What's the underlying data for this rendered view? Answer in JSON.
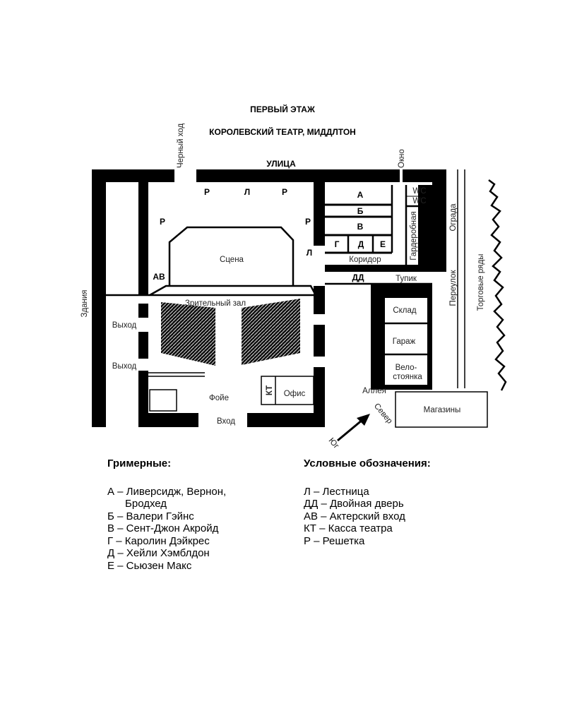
{
  "title": "ПЕРВЫЙ ЭТАЖ",
  "subtitle": "КОРОЛЕВСКИЙ ТЕАТР, МИДДЛТОН",
  "labels": {
    "street": "УЛИЦА",
    "back_door": "Черный ход",
    "window": "Окно",
    "buildings": "Здания",
    "grate": "Р",
    "stairs": "Л",
    "stage": "Сцена",
    "actor_entrance": "АВ",
    "auditorium": "Зрительный зал",
    "exit": "Выход",
    "foyer": "Фойе",
    "entrance": "Вход",
    "box_office": "КТ",
    "office": "Офис",
    "room_a": "А",
    "room_b": "Б",
    "room_v": "В",
    "room_g": "Г",
    "room_d": "Д",
    "room_e": "Е",
    "wc": "WC",
    "cloakroom": "Гардеробная",
    "corridor": "Коридор",
    "double_door": "ДД",
    "dead_end": "Тупик",
    "storage": "Склад",
    "garage": "Гараж",
    "bike1": "Вело-",
    "bike2": "стоянка",
    "alley": "Аллея",
    "lane": "Переулок",
    "fence": "Ограда",
    "market": "Торговые ряды",
    "shops": "Магазины",
    "north": "Север",
    "south": "Юг"
  },
  "dressing_rooms": {
    "heading": "Гримерные:",
    "items": [
      "А – Ливерсидж, Вернон,",
      "      Бродхед",
      "Б – Валери Гэйнс",
      "В – Сент-Джон Акройд",
      "Г – Каролин Дэйкрес",
      "Д – Хейли Хэмблдон",
      "Е – Сьюзен Макс"
    ]
  },
  "key": {
    "heading": "Условные обозначения:",
    "items": [
      "Л – Лестница",
      "ДД – Двойная дверь",
      "АВ – Актерский вход",
      "КТ – Касса театра",
      "Р – Решетка"
    ]
  }
}
